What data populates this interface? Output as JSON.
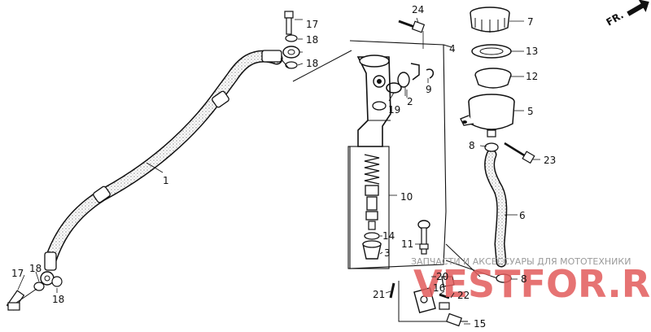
{
  "diagram": {
    "direction_marker": "FR.",
    "part_labels": {
      "p1": "1",
      "p2": "2",
      "p3": "3",
      "p4": "4",
      "p5": "5",
      "p6": "6",
      "p7": "7",
      "p8a": "8",
      "p8b": "8",
      "p9": "9",
      "p10": "10",
      "p11": "11",
      "p12": "12",
      "p13": "13",
      "p14": "14",
      "p15": "15",
      "p16": "16",
      "p17a": "17",
      "p17b": "17",
      "p18a": "18",
      "p18b": "18",
      "p18c": "18",
      "p18d": "18",
      "p19": "19",
      "p20": "20",
      "p21": "21",
      "p22": "22",
      "p23": "23",
      "p24": "24"
    }
  },
  "watermark": {
    "caption": "ЗАПЧАСТИ И АКСЕССУАРЫ ДЛЯ МОТОТЕХНИКИ",
    "logo_text": "VESTFOR.RU"
  }
}
